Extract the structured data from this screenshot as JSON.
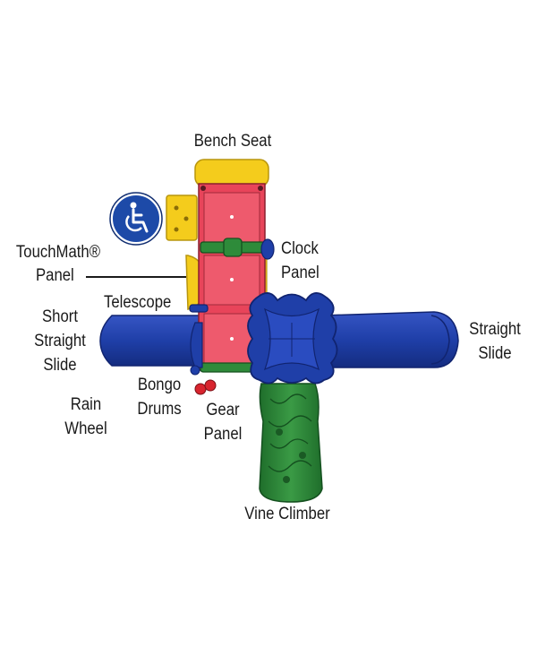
{
  "labels": {
    "bench_seat": "Bench Seat",
    "touchmath_l1": "TouchMath®",
    "touchmath_l2": "Panel",
    "clock_l1": "Clock",
    "clock_l2": "Panel",
    "telescope": "Telescope",
    "short_slide_l1": "Short",
    "short_slide_l2": "Straight",
    "short_slide_l3": "Slide",
    "straight_slide_l1": "Straight",
    "straight_slide_l2": "Slide",
    "bongo_l1": "Bongo",
    "bongo_l2": "Drums",
    "rain_l1": "Rain",
    "rain_l2": "Wheel",
    "gear_l1": "Gear",
    "gear_l2": "Panel",
    "vine_climber": "Vine Climber"
  },
  "icons": {
    "accessibility": "wheelchair-icon"
  },
  "colors": {
    "blue": "#1f3fa8",
    "red": "#e8445a",
    "yellow": "#f4cc1c",
    "green": "#2e8b3a",
    "label": "#1a1a1a"
  }
}
